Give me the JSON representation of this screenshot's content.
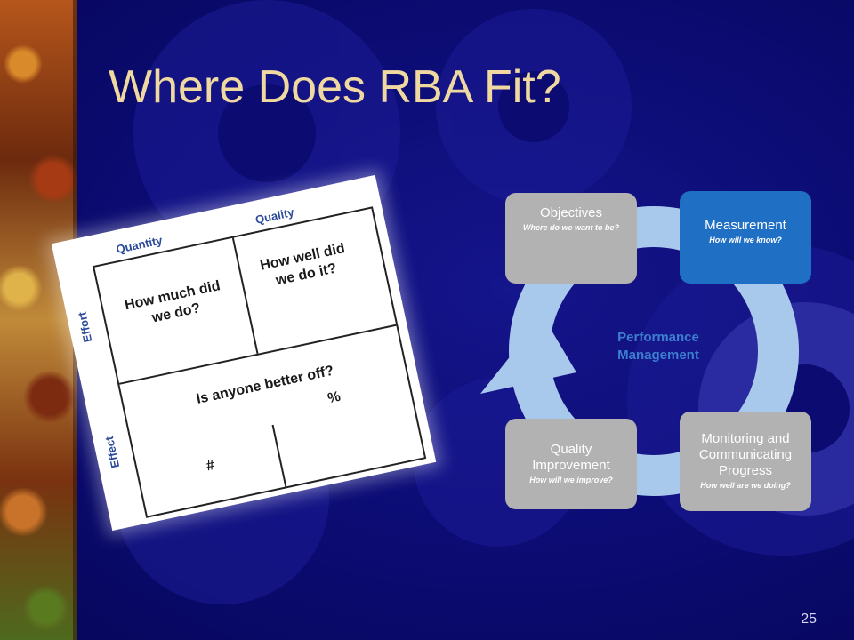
{
  "slide": {
    "title": "Where Does RBA Fit?",
    "page_number": "25"
  },
  "quadrant": {
    "header_quantity": "Quantity",
    "header_quality": "Quality",
    "row_effort": "Effort",
    "row_effect": "Effect",
    "q1": "How much did we do?",
    "q2": "How well did we do it?",
    "q3": "Is anyone better off?",
    "hash": "#",
    "percent": "%"
  },
  "cycle": {
    "center_title": "Performance Management",
    "steps": [
      {
        "title": "Objectives",
        "subtitle": "Where do we want to be?"
      },
      {
        "title": "Measurement",
        "subtitle": "How will we know?"
      },
      {
        "title": "Monitoring and Communicating Progress",
        "subtitle": "How well are we doing?"
      },
      {
        "title": "Quality Improvement",
        "subtitle": "How will we improve?"
      }
    ]
  },
  "colors": {
    "background": "#0b0b72",
    "title": "#f0d9a0",
    "box_gray": "#b2b2b2",
    "box_blue": "#1f6fc4",
    "ring": "#a9c9ec"
  }
}
